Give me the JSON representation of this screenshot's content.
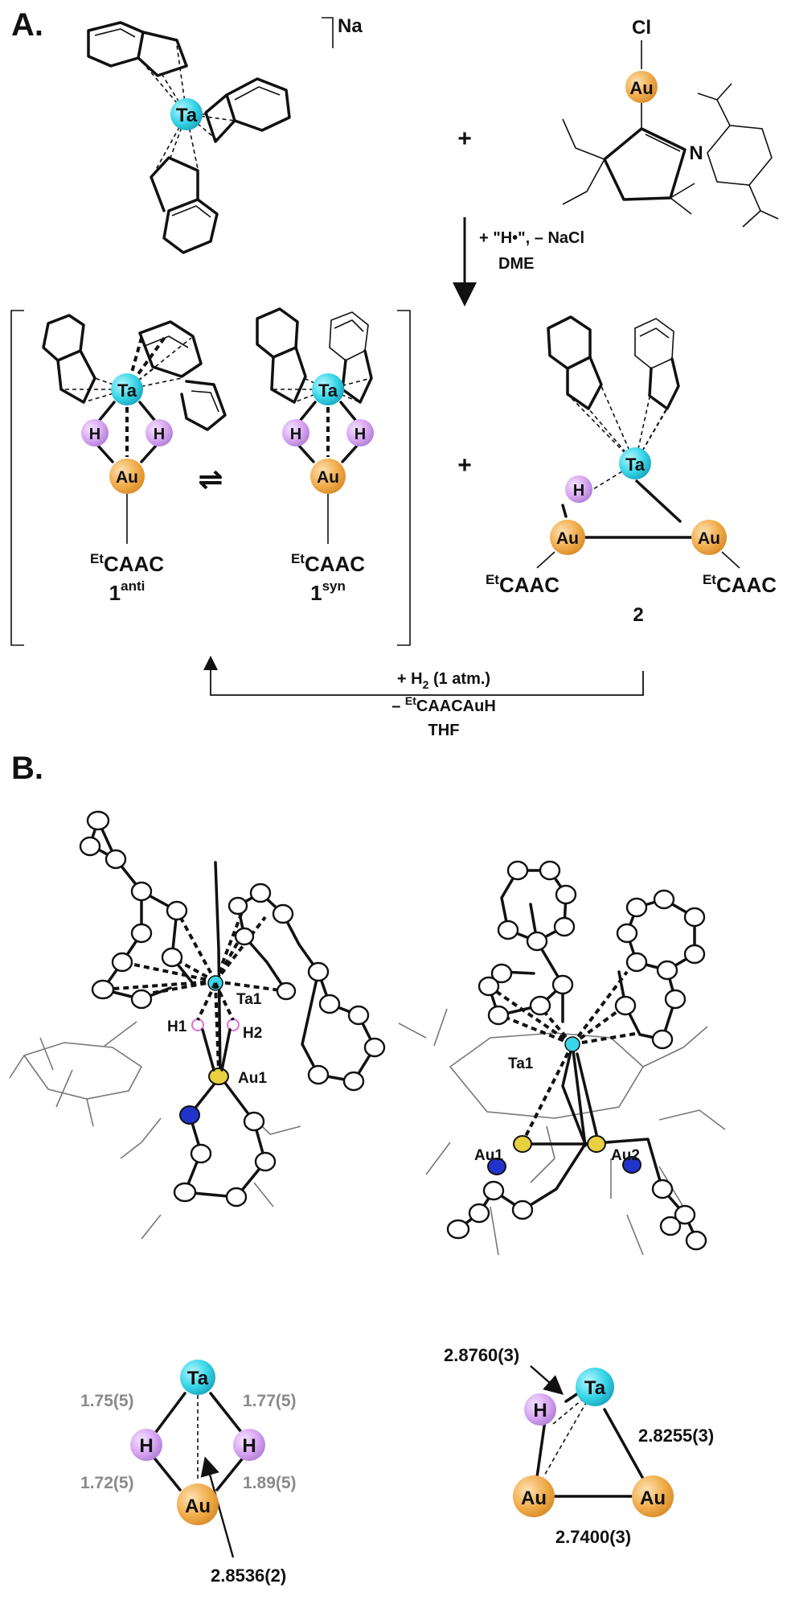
{
  "panel_labels": {
    "a": "A.",
    "b": "B."
  },
  "atoms": {
    "ta": "Ta",
    "au": "Au",
    "h": "H",
    "cl": "Cl",
    "n": "N"
  },
  "labels": {
    "na": "Na",
    "plus": "+",
    "ligand": "CAAC",
    "ligand_sup": "Et",
    "compound_1": "1",
    "anti": "anti",
    "syn": "syn",
    "compound_2": "2",
    "equilibrium": "⇌"
  },
  "reaction_step_1": {
    "line1": "+ \"H•\", – NaCl",
    "line2": "DME"
  },
  "reaction_step_2": {
    "line1_prefix": "+ H",
    "line1_sub": "2",
    "line1_suffix": " (1 atm.)",
    "line2_prefix": "– ",
    "line2_sup": "Et",
    "line2_suffix": "CAACAuH",
    "line3": "THF"
  },
  "crystal_labels": {
    "ta1": "Ta1",
    "h1": "H1",
    "h2": "H2",
    "au1": "Au1",
    "ta1_b": "Ta1",
    "au1_b": "Au1",
    "au2": "Au2"
  },
  "distances_left": {
    "ta_h_left": "1.75(5)",
    "ta_h_right": "1.77(5)",
    "h_au_left": "1.72(5)",
    "h_au_right": "1.89(5)",
    "ta_au": "2.8536(2)"
  },
  "distances_right": {
    "ta_h": "2.8760(3)",
    "ta_au": "2.8255(3)",
    "au_au": "2.7400(3)"
  },
  "colors": {
    "ta": "#39d6e8",
    "au": "#f2ae4e",
    "h": "#d8a6f2",
    "crystal_n": "#2233cc",
    "crystal_au": "#e8d040",
    "crystal_h": "#e070d8",
    "grey_text": "#8a8a8a"
  }
}
